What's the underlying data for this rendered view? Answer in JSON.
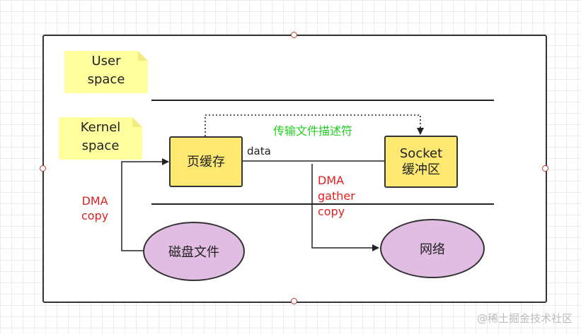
{
  "notes": {
    "user_space": [
      "User",
      "space"
    ],
    "kernel_space": [
      "Kernel",
      "space"
    ]
  },
  "nodes": {
    "page_cache": "页缓存",
    "socket_buffer": [
      "Socket",
      "缓冲区"
    ],
    "disk_file": "磁盘文件",
    "network": "网络"
  },
  "labels": {
    "data": "data",
    "transfer_descriptor": "传输文件描述符",
    "dma_copy": [
      "DMA",
      "copy"
    ],
    "dma_gather_copy": [
      "DMA",
      "gather",
      "copy"
    ]
  },
  "watermark": "@稀土掘金技术社区",
  "colors": {
    "note_fill": "#ffff9e",
    "box_fill": "#fde872",
    "ellipse_fill": "#e1bde3",
    "label_red": "#e21f1f",
    "label_green": "#1fcf1f"
  }
}
